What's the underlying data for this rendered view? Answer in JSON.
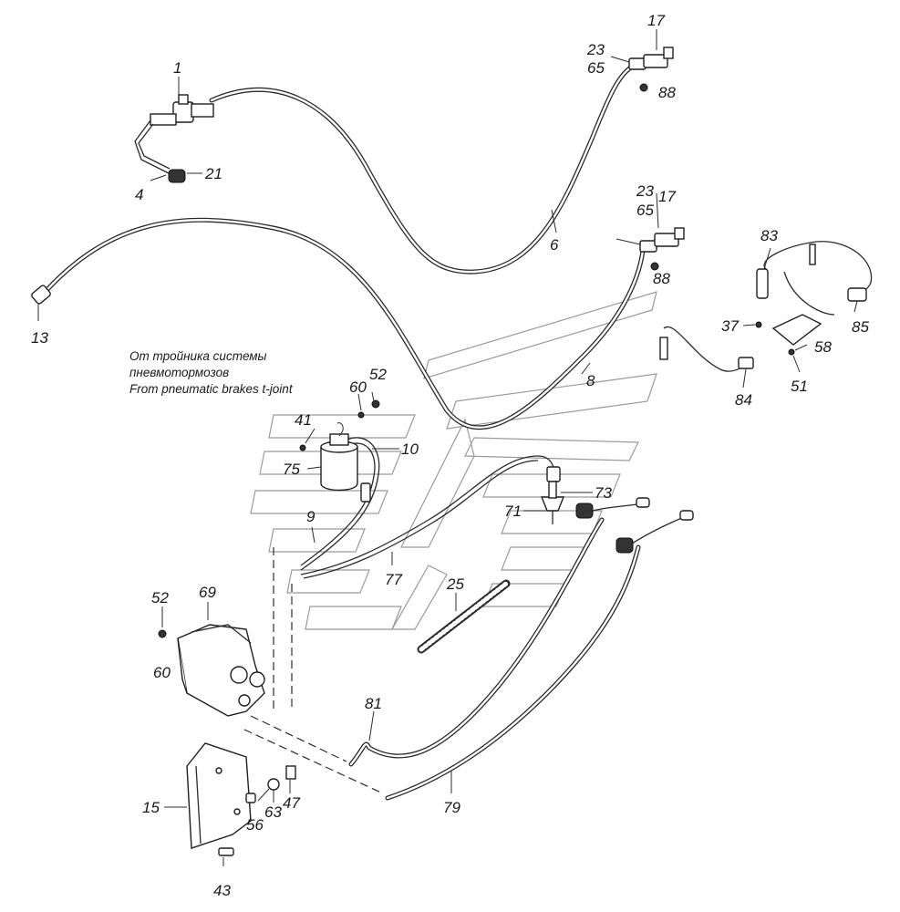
{
  "diagram": {
    "note_lines": [
      "От тройника системы",
      "пневмотормозов",
      "From pneumatic brakes t-joint"
    ],
    "labels": [
      {
        "id": "l1",
        "text": "1"
      },
      {
        "id": "l4",
        "text": "4"
      },
      {
        "id": "l21",
        "text": "21"
      },
      {
        "id": "l6",
        "text": "6"
      },
      {
        "id": "l13",
        "text": "13"
      },
      {
        "id": "l17a",
        "text": "17"
      },
      {
        "id": "l23a",
        "text": "23"
      },
      {
        "id": "l65a",
        "text": "65"
      },
      {
        "id": "l88a",
        "text": "88"
      },
      {
        "id": "l23b",
        "text": "23"
      },
      {
        "id": "l17b",
        "text": "17"
      },
      {
        "id": "l65b",
        "text": "65"
      },
      {
        "id": "l88b",
        "text": "88"
      },
      {
        "id": "l8",
        "text": "8"
      },
      {
        "id": "l83",
        "text": "83"
      },
      {
        "id": "l85",
        "text": "85"
      },
      {
        "id": "l37",
        "text": "37"
      },
      {
        "id": "l58",
        "text": "58"
      },
      {
        "id": "l51",
        "text": "51"
      },
      {
        "id": "l84",
        "text": "84"
      },
      {
        "id": "l52a",
        "text": "52"
      },
      {
        "id": "l60a",
        "text": "60"
      },
      {
        "id": "l41",
        "text": "41"
      },
      {
        "id": "l10",
        "text": "10"
      },
      {
        "id": "l75",
        "text": "75"
      },
      {
        "id": "l73",
        "text": "73"
      },
      {
        "id": "l71",
        "text": "71"
      },
      {
        "id": "l9",
        "text": "9"
      },
      {
        "id": "l77",
        "text": "77"
      },
      {
        "id": "l25",
        "text": "25"
      },
      {
        "id": "l52b",
        "text": "52"
      },
      {
        "id": "l69",
        "text": "69"
      },
      {
        "id": "l60b",
        "text": "60"
      },
      {
        "id": "l81",
        "text": "81"
      },
      {
        "id": "l79",
        "text": "79"
      },
      {
        "id": "l15",
        "text": "15"
      },
      {
        "id": "l56",
        "text": "56"
      },
      {
        "id": "l63",
        "text": "63"
      },
      {
        "id": "l47",
        "text": "47"
      },
      {
        "id": "l43",
        "text": "43"
      }
    ]
  }
}
